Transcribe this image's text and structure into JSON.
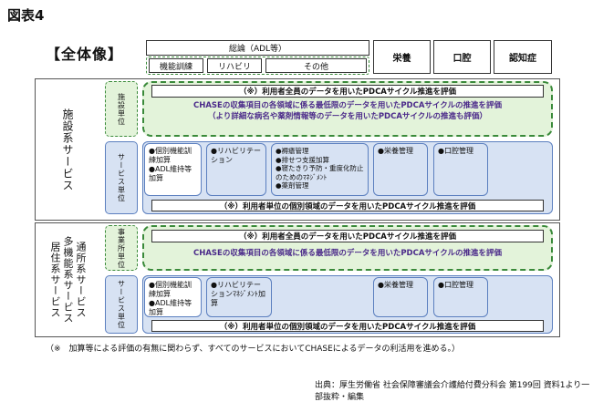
{
  "figure_label": "図表4",
  "overview_title": "【全体像】",
  "header": {
    "adl_group": "総論（ADL等）",
    "col_function": "機能訓練",
    "col_rehab": "リハビリ",
    "col_other": "その他",
    "col_nutrition": "栄養",
    "col_oral": "口腔",
    "col_dementia": "認知症"
  },
  "rows": [
    {
      "label": "施設系サービス",
      "facility_unit_label": "施設単位",
      "service_unit_label": "サービス単位",
      "facility_bar": "（※）利用者全員のデータを用いたPDCAサイクル推進を評価",
      "facility_text_1": "CHASEの収集項目の各領域に係る最低限のデータを用いたPDCAサイクルの推進を評価",
      "facility_text_2": "（より詳細な病名や薬剤情報等のデータを用いたPDCAサイクルの推進も評価）",
      "cards": [
        "●個別機能訓練加算\n●ADL維持等加算",
        "●リハビリテーション",
        "●褥瘡管理\n●排せつ支援加算\n●寝たきり予防・重度化防止のためのﾏﾈｼﾞﾒﾝﾄ\n●薬剤管理",
        "●栄養管理",
        "●口腔管理"
      ],
      "service_bar": "（※）利用者単位の個別領域のデータを用いたPDCAサイクル推進を評価"
    },
    {
      "label_line1": "居住系サービス",
      "label_line2": "多機能系サービス",
      "label_line3": "通所系サービス",
      "facility_unit_label": "事業所単位",
      "service_unit_label": "サービス単位",
      "facility_bar": "（※）利用者全員のデータを用いたPDCAサイクル推進を評価",
      "facility_text_1": "CHASEの収集項目の各領域に係る最低限のデータを用いたPDCAサイクルの推進を評価",
      "cards": [
        "●個別機能訓練加算\n●ADL維持等加算",
        "●リハビリテーションﾏﾈｼﾞﾒﾝﾄ加算",
        "●栄養管理",
        "●口腔管理"
      ],
      "service_bar": "（※）利用者単位の個別領域のデータを用いたPDCAサイクル推進を評価"
    }
  ],
  "footnote": "（※　加算等による評価の有無に関わらず、すべてのサービスにおいてCHASEによるデータの利活用を進める。）",
  "source": "出典：厚生労働省 社会保障審議会介護給付費分科会 第199回 資料1より一部抜粋・編集"
}
